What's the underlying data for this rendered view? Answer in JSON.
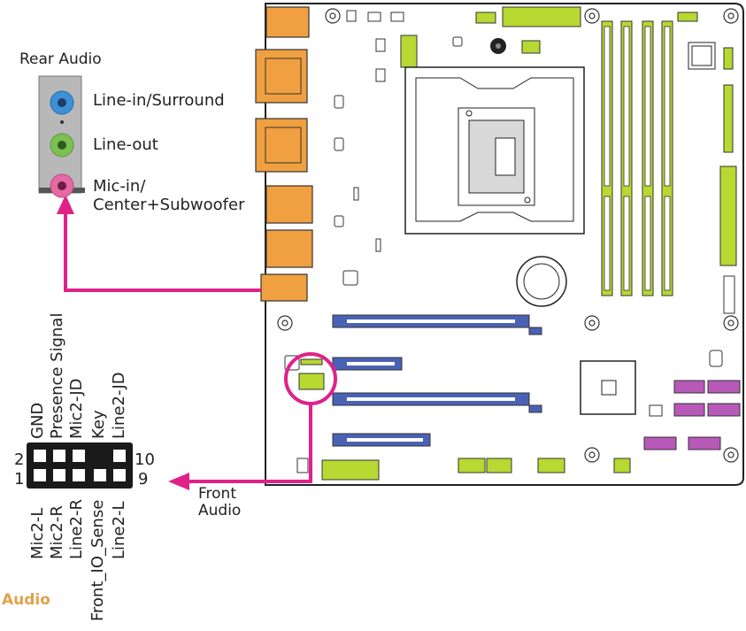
{
  "rear_audio": {
    "title": "Rear Audio",
    "jacks": [
      {
        "label": "Line-in/Surround",
        "color": "#3d8fd6"
      },
      {
        "label": "Line-out",
        "color": "#7cbf52"
      },
      {
        "label": "Mic-in/",
        "label2": "Center+Subwoofer",
        "color": "#e46aa3"
      }
    ]
  },
  "front_audio": {
    "label_line1": "Front",
    "label_line2": "Audio",
    "top_pins": [
      "GND",
      "Presence Signal",
      "Mic2-JD",
      "Key",
      "Line2-JD"
    ],
    "bottom_pins": [
      "Mic2-L",
      "Mic2-R",
      "Line2-R",
      "Front_IO_Sense",
      "Line2-L"
    ],
    "pin_numbers": {
      "top_left": "2",
      "bottom_left": "1",
      "top_right": "10",
      "bottom_right": "9"
    }
  },
  "section_heading": "Audio",
  "colors": {
    "accent_magenta": "#e0218a",
    "connector_orange": "#f0a040",
    "dimm_green": "#b8d832",
    "pcie_blue": "#4a62b4",
    "sata_purple": "#b858b8",
    "section_orange": "#e0a24a"
  }
}
